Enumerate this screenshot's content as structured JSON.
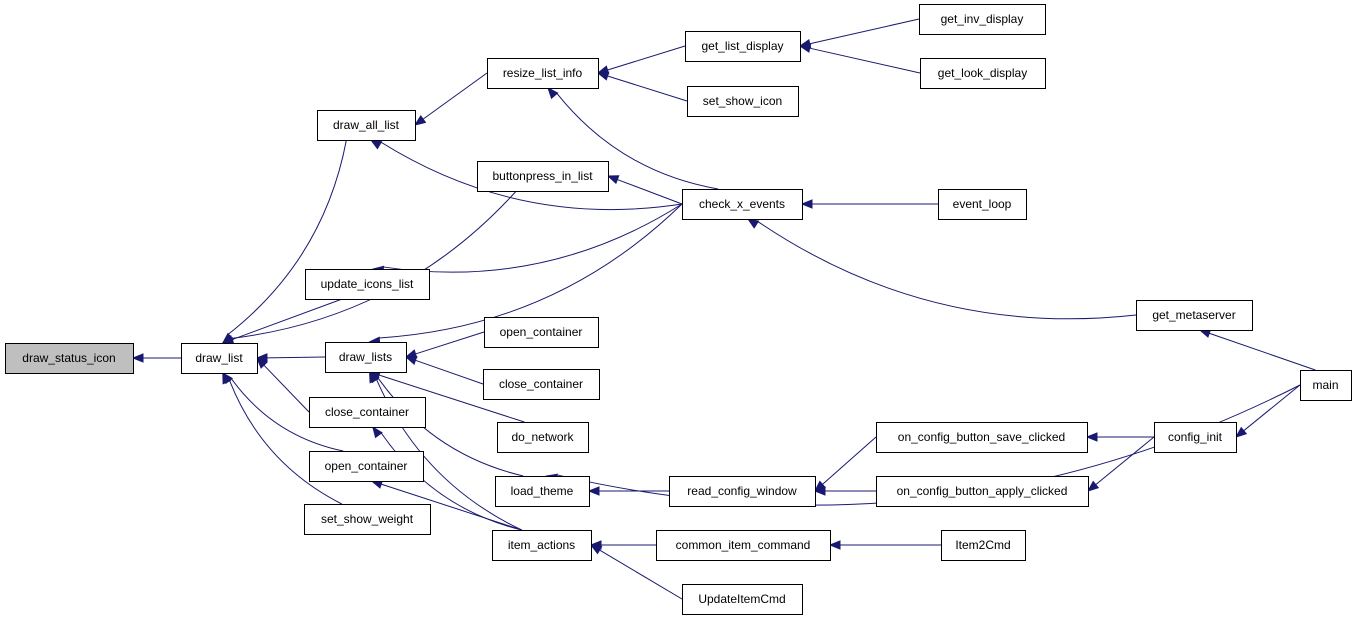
{
  "graph": {
    "nodes": [
      {
        "id": "draw_status_icon",
        "label": "draw_status_icon",
        "root": true
      },
      {
        "id": "draw_list",
        "label": "draw_list"
      },
      {
        "id": "draw_all_list",
        "label": "draw_all_list"
      },
      {
        "id": "buttonpress_in_list",
        "label": "buttonpress_in_list"
      },
      {
        "id": "update_icons_list",
        "label": "update_icons_list"
      },
      {
        "id": "draw_lists",
        "label": "draw_lists"
      },
      {
        "id": "close_container_1",
        "label": "close_container"
      },
      {
        "id": "open_container_1",
        "label": "open_container"
      },
      {
        "id": "set_show_weight",
        "label": "set_show_weight"
      },
      {
        "id": "resize_list_info",
        "label": "resize_list_info"
      },
      {
        "id": "open_container_2",
        "label": "open_container"
      },
      {
        "id": "close_container_2",
        "label": "close_container"
      },
      {
        "id": "do_network",
        "label": "do_network"
      },
      {
        "id": "load_theme",
        "label": "load_theme"
      },
      {
        "id": "item_actions",
        "label": "item_actions"
      },
      {
        "id": "get_list_display",
        "label": "get_list_display"
      },
      {
        "id": "set_show_icon",
        "label": "set_show_icon"
      },
      {
        "id": "check_x_events",
        "label": "check_x_events"
      },
      {
        "id": "read_config_window",
        "label": "read_config_window"
      },
      {
        "id": "common_item_command",
        "label": "common_item_command"
      },
      {
        "id": "UpdateItemCmd",
        "label": "UpdateItemCmd"
      },
      {
        "id": "get_inv_display",
        "label": "get_inv_display"
      },
      {
        "id": "get_look_display",
        "label": "get_look_display"
      },
      {
        "id": "event_loop",
        "label": "event_loop"
      },
      {
        "id": "get_metaserver",
        "label": "get_metaserver"
      },
      {
        "id": "on_config_button_save_clicked",
        "label": "on_config_button_save_clicked"
      },
      {
        "id": "on_config_button_apply_clicked",
        "label": "on_config_button_apply_clicked"
      },
      {
        "id": "Item2Cmd",
        "label": "Item2Cmd"
      },
      {
        "id": "config_init",
        "label": "config_init"
      },
      {
        "id": "main",
        "label": "main"
      }
    ],
    "edges": [
      {
        "from": "draw_list",
        "to": "draw_status_icon"
      },
      {
        "from": "draw_all_list",
        "to": "draw_list"
      },
      {
        "from": "buttonpress_in_list",
        "to": "draw_list"
      },
      {
        "from": "update_icons_list",
        "to": "draw_list"
      },
      {
        "from": "draw_lists",
        "to": "draw_list"
      },
      {
        "from": "close_container_1",
        "to": "draw_list"
      },
      {
        "from": "open_container_1",
        "to": "draw_list"
      },
      {
        "from": "set_show_weight",
        "to": "draw_list"
      },
      {
        "from": "resize_list_info",
        "to": "draw_all_list"
      },
      {
        "from": "check_x_events",
        "to": "draw_all_list"
      },
      {
        "from": "check_x_events",
        "to": "buttonpress_in_list"
      },
      {
        "from": "check_x_events",
        "to": "update_icons_list"
      },
      {
        "from": "check_x_events",
        "to": "draw_lists"
      },
      {
        "from": "open_container_2",
        "to": "draw_lists"
      },
      {
        "from": "close_container_2",
        "to": "draw_lists"
      },
      {
        "from": "do_network",
        "to": "draw_lists"
      },
      {
        "from": "load_theme",
        "to": "draw_lists"
      },
      {
        "from": "item_actions",
        "to": "draw_lists"
      },
      {
        "from": "item_actions",
        "to": "close_container_1"
      },
      {
        "from": "item_actions",
        "to": "open_container_1"
      },
      {
        "from": "get_list_display",
        "to": "resize_list_info"
      },
      {
        "from": "set_show_icon",
        "to": "resize_list_info"
      },
      {
        "from": "check_x_events",
        "to": "resize_list_info"
      },
      {
        "from": "get_inv_display",
        "to": "get_list_display"
      },
      {
        "from": "get_look_display",
        "to": "get_list_display"
      },
      {
        "from": "event_loop",
        "to": "check_x_events"
      },
      {
        "from": "get_metaserver",
        "to": "check_x_events"
      },
      {
        "from": "main",
        "to": "get_metaserver"
      },
      {
        "from": "main",
        "to": "load_theme"
      },
      {
        "from": "read_config_window",
        "to": "load_theme"
      },
      {
        "from": "on_config_button_save_clicked",
        "to": "read_config_window"
      },
      {
        "from": "on_config_button_apply_clicked",
        "to": "read_config_window"
      },
      {
        "from": "config_init",
        "to": "on_config_button_save_clicked"
      },
      {
        "from": "config_init",
        "to": "on_config_button_apply_clicked"
      },
      {
        "from": "main",
        "to": "config_init"
      },
      {
        "from": "common_item_command",
        "to": "item_actions"
      },
      {
        "from": "UpdateItemCmd",
        "to": "item_actions"
      },
      {
        "from": "Item2Cmd",
        "to": "common_item_command"
      }
    ]
  }
}
